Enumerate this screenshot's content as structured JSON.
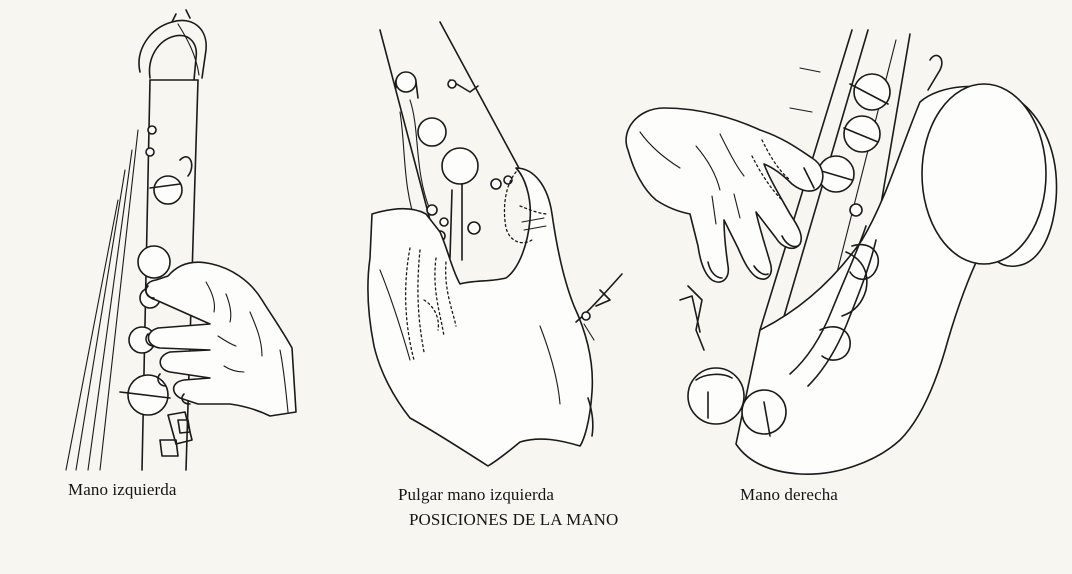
{
  "figure": {
    "panels": [
      {
        "caption": "Mano izquierda",
        "icon": "saxophone-left-hand-illustration"
      },
      {
        "caption": "Pulgar mano izquierda",
        "icon": "saxophone-left-thumb-illustration"
      },
      {
        "caption": "Mano derecha",
        "icon": "saxophone-right-hand-illustration"
      }
    ],
    "title": "POSICIONES DE LA MANO"
  }
}
